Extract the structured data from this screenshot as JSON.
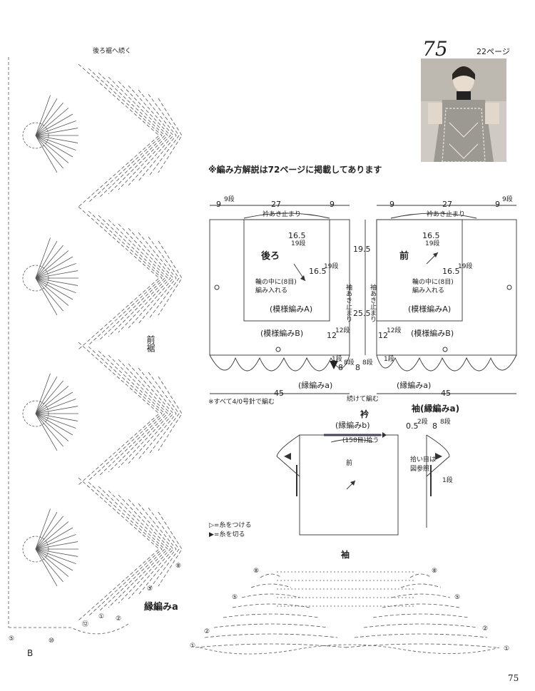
{
  "header": {
    "pattern_number": "75",
    "page_ref": "22ページ"
  },
  "notes": {
    "main": "※編み方解説は72ページに掲載してあります",
    "needle": "※すべて4/0号針で編む"
  },
  "left_chart": {
    "continue_label": "後ろ裾へ続く",
    "front_hem_label": "前裾",
    "edging_label": "縁編みa",
    "b_label": "B",
    "row_markers": [
      "⑧",
      "⑤",
      "②",
      "①",
      "⑫",
      "⑤",
      "⑩"
    ]
  },
  "back_panel": {
    "name": "後ろ",
    "pattern_a": "(模様編みA)",
    "pattern_b": "(模様編みB)",
    "edging": "(縁編みa)",
    "center_note_1": "輪の中に(8目)",
    "center_note_2": "編み入れる",
    "neck_stop": "衿あき止まり",
    "dim_top_left": "9",
    "dim_top_left_rows": "9段",
    "dim_top_mid": "27",
    "dim_top_right": "9",
    "dim_inner_h": "16.5",
    "dim_inner_h_rows": "19段",
    "dim_inner_w": "16.5",
    "dim_inner_w_rows": "19段",
    "dim_width": "45",
    "dim_b_height": "12",
    "dim_b_rows": "12段",
    "dim_edge_rows": "1段",
    "dim_edging": "8",
    "dim_edging_rows": "8段"
  },
  "center_dims": {
    "total_height": "25.5",
    "upper_height": "19.5",
    "armhole_left": "袖あき止まり",
    "armhole_right": "袖あき止まり",
    "continue_knit": "続けて編む"
  },
  "front_panel": {
    "name": "前",
    "pattern_a": "(模様編みA)",
    "pattern_b": "(模様編みB)",
    "edging": "(縁編みa)",
    "center_note_1": "輪の中に(8目)",
    "center_note_2": "編み入れる",
    "neck_stop": "衿あき止まり",
    "dim_top_left": "9",
    "dim_top_mid": "27",
    "dim_top_right": "9",
    "dim_top_right_rows": "9段",
    "dim_inner_h": "16.5",
    "dim_inner_h_rows": "19段",
    "dim_inner_w": "16.5",
    "dim_inner_w_rows": "19段",
    "dim_width": "45",
    "dim_b_height": "12",
    "dim_b_rows": "12段",
    "dim_edge_rows": "1段",
    "dim_edging": "8",
    "dim_edging_rows": "8段"
  },
  "assembly": {
    "collar_title": "衿",
    "collar_pattern": "(縁編みb)",
    "collar_pickup": "(158目)拾う",
    "sleeve_title": "袖(縁編みa)",
    "sleeve_dim": "8",
    "sleeve_rows": "8段",
    "collar_dim": "0.5",
    "collar_rows": "2段",
    "pickup_note_1": "拾い目は",
    "pickup_note_2": "図参照",
    "edge_rows": "1段",
    "front_label": "前"
  },
  "legend": {
    "attach": "▷=糸をつける",
    "cut": "▶=糸を切る"
  },
  "sleeve_chart": {
    "title": "袖",
    "row_markers": [
      "⑧",
      "⑤",
      "②",
      "①"
    ]
  },
  "footer": {
    "page_number": "75"
  }
}
